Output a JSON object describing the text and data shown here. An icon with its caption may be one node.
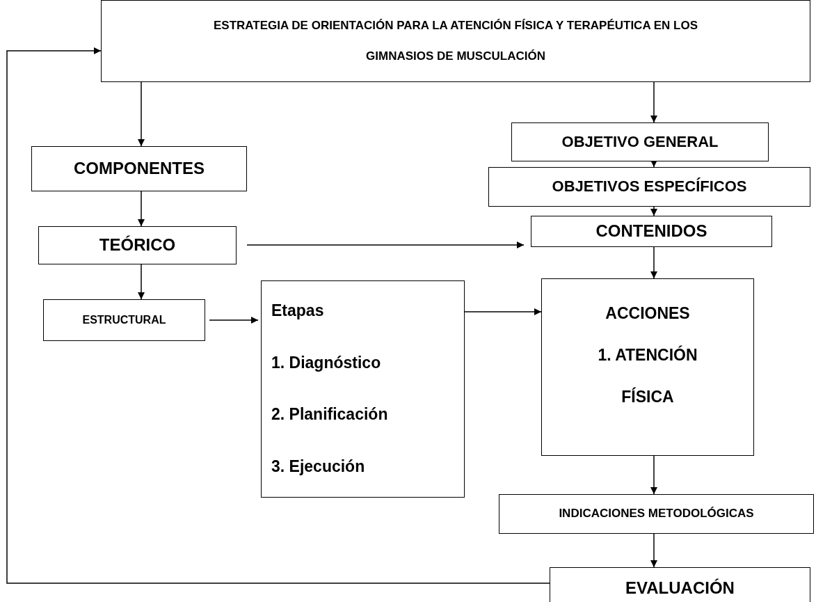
{
  "diagram": {
    "nodes": [
      {
        "text": [
          "ESTRATEGIA DE ORIENTACIÓN PARA LA ATENCIÓN FÍSICA Y TERAPÉUTICA EN LOS GIMNASIOS DE MUSCULACIÓN"
        ]
      },
      {
        "text": [
          "COMPONENTES"
        ]
      },
      {
        "text": [
          "OBJETIVO GENERAL"
        ]
      },
      {
        "text": [
          "OBJETIVOS ESPECÍFICOS"
        ]
      },
      {
        "text": [
          "TEÓRICO"
        ]
      },
      {
        "text": [
          "CONTENIDOS"
        ]
      },
      {
        "text": [
          "ESTRUCTURAL"
        ]
      },
      {
        "text": [
          "Etapas",
          "1. Diagnóstico",
          "2. Planificación",
          "3. Ejecución"
        ]
      },
      {
        "text": [
          "ACCIONES",
          "1. ATENCIÓN FÍSICA"
        ]
      },
      {
        "text": [
          "INDICACIONES METODOLÓGICAS"
        ]
      },
      {
        "text": [
          "EVALUACIÓN"
        ]
      }
    ],
    "edges": [
      {
        "from": 0,
        "to": 1,
        "arrow": "to"
      },
      {
        "from": 0,
        "to": 2,
        "arrow": "to"
      },
      {
        "from": 2,
        "to": 3,
        "arrow": "to"
      },
      {
        "from": 3,
        "to": 5,
        "arrow": "to"
      },
      {
        "from": 1,
        "to": 4,
        "arrow": "to"
      },
      {
        "from": 4,
        "to": 5,
        "arrow": "to"
      },
      {
        "from": 4,
        "to": 6,
        "arrow": "to"
      },
      {
        "from": 6,
        "to": 7,
        "arrow": "to"
      },
      {
        "from": 7,
        "to": 8,
        "arrow": "to"
      },
      {
        "from": 5,
        "to": 8,
        "arrow": "to"
      },
      {
        "from": 8,
        "to": 9,
        "arrow": "to"
      },
      {
        "from": 9,
        "to": 10,
        "arrow": "to"
      },
      {
        "from": 10,
        "to": 0,
        "arrow": "to"
      }
    ]
  }
}
